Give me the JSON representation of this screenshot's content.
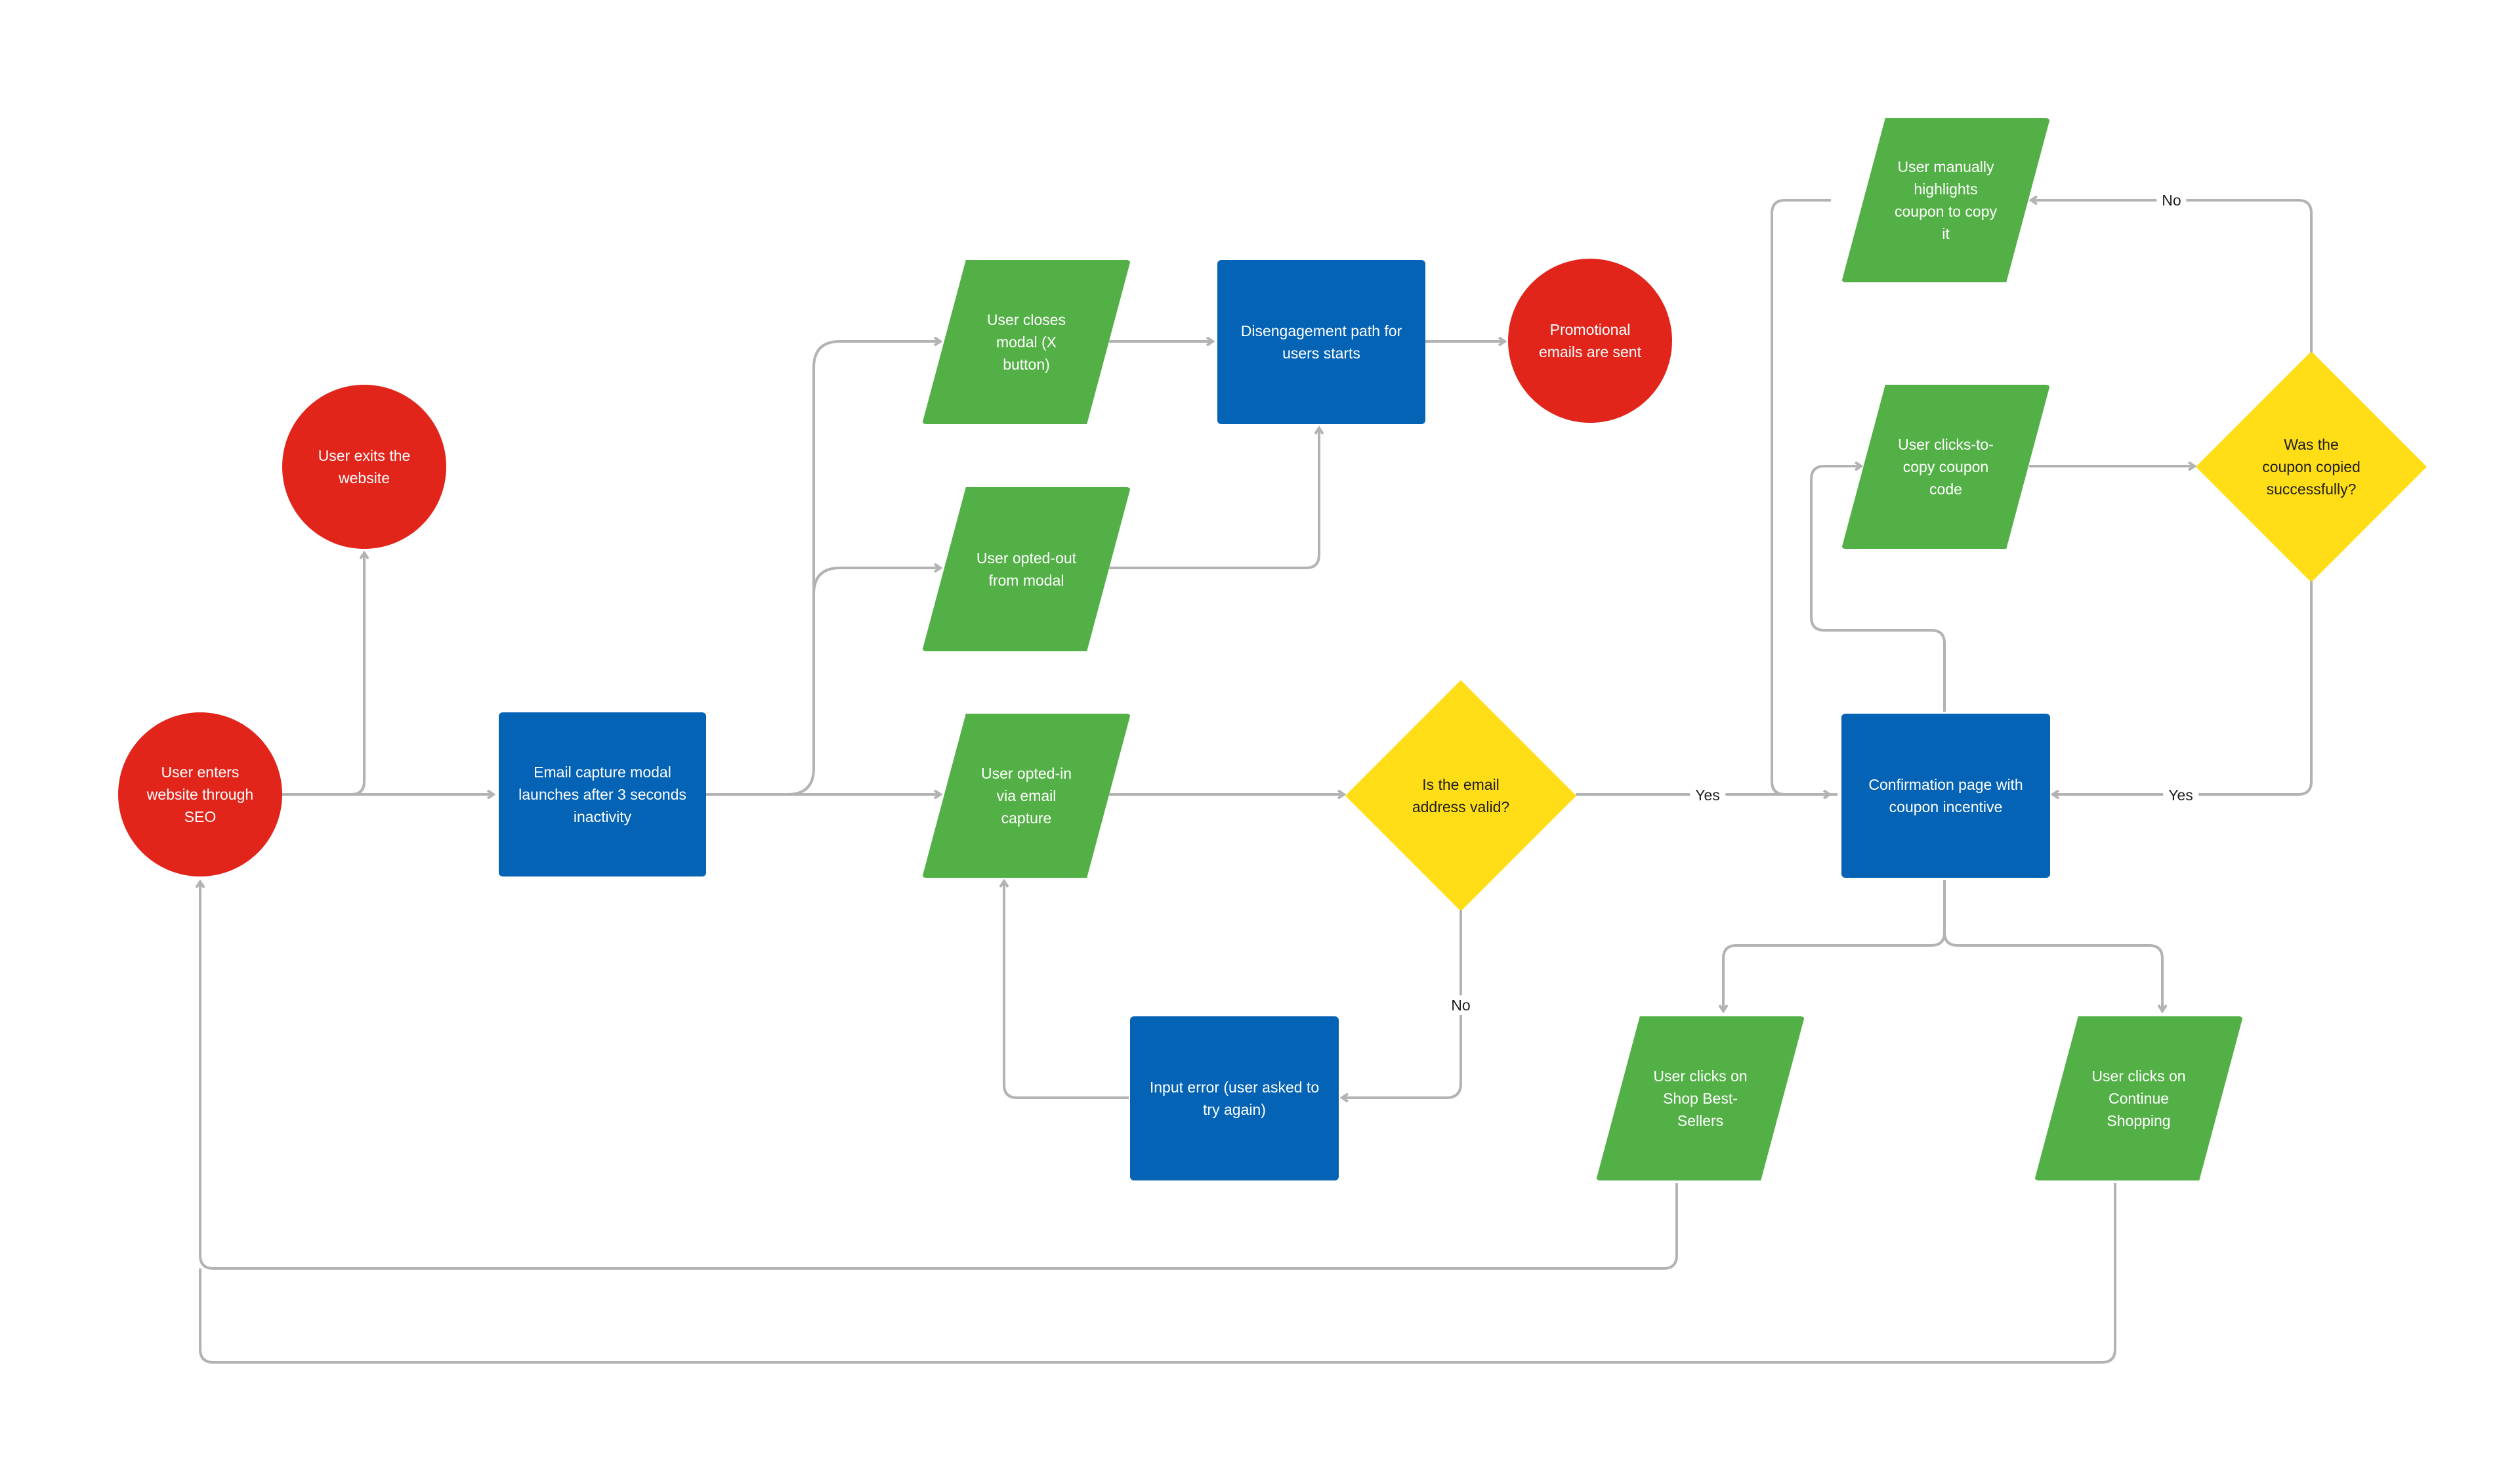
{
  "colors": {
    "terminal_red": "#E1251B",
    "process_blue": "#0563B5",
    "io_green": "#53B046",
    "decision_yellow": "#FFDE17",
    "connector_gray": "#B3B3B3"
  },
  "nodes": {
    "user_exits": "User exits the\nwebsite",
    "user_enters": "User enters\nwebsite through\nSEO",
    "email_modal": "Email capture modal\nlaunches after 3 seconds\ninactivity",
    "user_closes": "User closes\nmodal (X\nbutton)",
    "user_opted_out": "User opted-out\nfrom modal",
    "user_opted_in": "User opted-in\nvia email\ncapture",
    "disengagement": "Disengagement path for\nusers starts",
    "promo_emails": "Promotional\nemails are sent",
    "email_valid": "Is the email\naddress valid?",
    "input_error": "Input error (user asked to\ntry again)",
    "confirmation": "Confirmation page with\ncoupon incentive",
    "manual_highlight": "User manually\nhighlights\ncoupon to copy\nit",
    "click_to_copy": "User clicks-to-\ncopy coupon\ncode",
    "coupon_copied": "Was the\ncoupon copied\nsuccessfully?",
    "shop_best": "User clicks on\nShop Best-\nSellers",
    "continue_shop": "User clicks on\nContinue\nShopping"
  },
  "edge_labels": {
    "yes_valid": "Yes",
    "no_valid": "No",
    "yes_copied": "Yes",
    "no_copied": "No"
  }
}
